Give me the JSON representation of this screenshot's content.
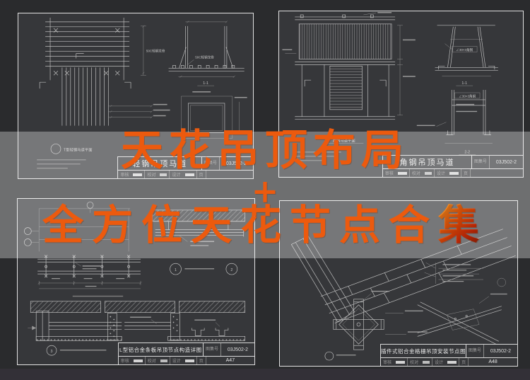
{
  "watermark": {
    "line1": "天花吊顶布局",
    "plus": "+",
    "line2_head": "全方位天花节点合",
    "line2_tail": "集",
    "color": "#ec5a0e"
  },
  "titleblock": {
    "atlas_label": "图集号",
    "atlas_no": "03J502-2",
    "review": "审核",
    "proof": "校对",
    "design": "设计",
    "page_label": "页"
  },
  "sheets": {
    "tl": {
      "title": "轻钢吊顶马道",
      "page": "",
      "caption": "T型轻钢马道平面",
      "section_mark": "1-1",
      "label_runner": "50C轻钢龙骨",
      "label_runner2": "50C轻钢龙骨"
    },
    "tr": {
      "title": "角钢吊顶马道",
      "page": "",
      "caption": "角钢马道平面",
      "section_mark1": "1-1",
      "section_mark2": "2-2",
      "label_angle": "∠30×3角钢",
      "label_angle2": "∠30×3角钢"
    },
    "bl": {
      "title": "L型铝合金条板吊顶节点构造详图",
      "page": "A47",
      "bubble1": "1",
      "bubble2": "2",
      "bubble3": "3"
    },
    "br": {
      "title": "插件式铝合金格栅吊顶安装节点图",
      "page": "A48",
      "bubble": ""
    }
  }
}
